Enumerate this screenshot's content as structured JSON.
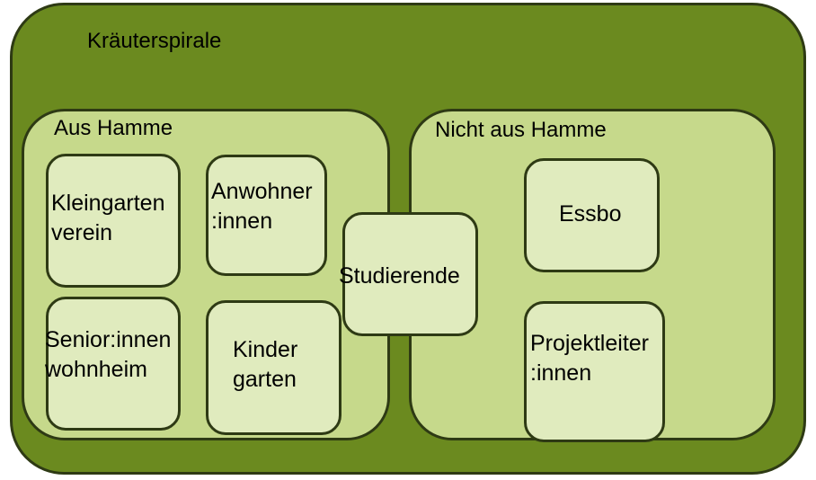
{
  "colors": {
    "outer_fill": "#6b8a1f",
    "group_fill": "#c6d98b",
    "card_fill": "#e0ebbe",
    "border": "#2e3a14"
  },
  "diagram": {
    "outer": {
      "label": "Kräuterspirale"
    },
    "groups": [
      {
        "label": "Aus Hamme"
      },
      {
        "label": "Nicht aus Hamme"
      }
    ],
    "cards": {
      "kleingartenverein": "Kleingarten\nverein",
      "anwohner": "Anwohner\n:innen",
      "seniorinnen": "Senior:innen\nwohnheim",
      "kindergarten": "Kinder\ngarten",
      "studierende": "Studierende",
      "essbo": "Essbo",
      "projektleiter": "Projektleiter\n:innen"
    }
  }
}
